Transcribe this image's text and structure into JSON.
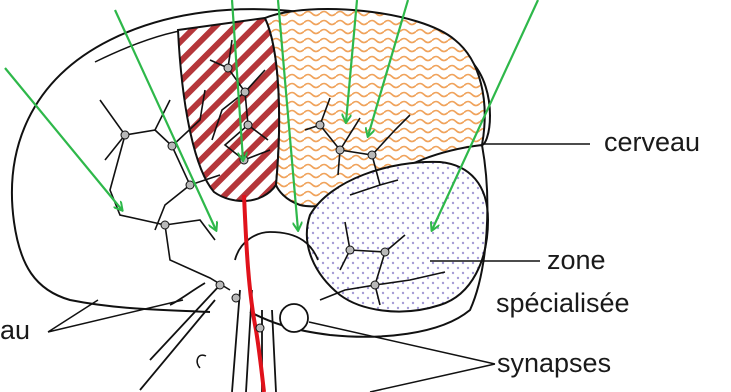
{
  "labels": {
    "cerveau": "cerveau",
    "zone": "zone",
    "specialisee": "spécialisée",
    "synapses": "synapses",
    "reseau_fragment": "au"
  },
  "colors": {
    "outline": "#111111",
    "arrow": "#2eb84a",
    "red_nerve": "#e0121b",
    "hatch_red": "#b5363a",
    "wave_orange": "#f0a35c",
    "dots_purple": "#a59cd6",
    "neuron_body": "#b9b9b9"
  }
}
